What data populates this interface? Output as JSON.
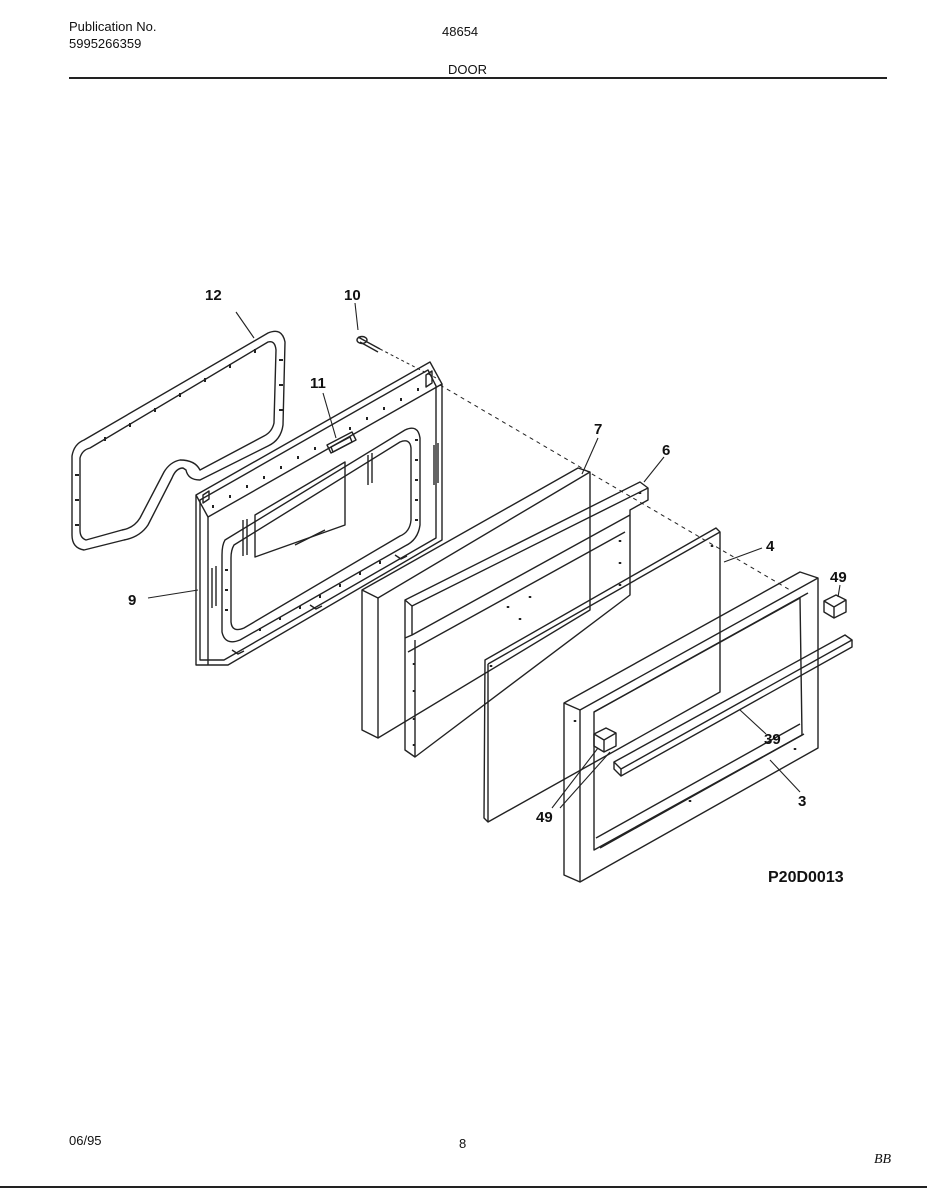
{
  "header": {
    "publication_label": "Publication No.",
    "publication_number": "5995266359",
    "model_number": "48654",
    "section_title": "DOOR"
  },
  "diagram": {
    "drawing_code": "P20D0013",
    "callouts": [
      {
        "id": "12",
        "part": "door-gasket"
      },
      {
        "id": "10",
        "part": "screw"
      },
      {
        "id": "11",
        "part": "latch-bracket"
      },
      {
        "id": "9",
        "part": "inner-door-liner"
      },
      {
        "id": "7",
        "part": "insulation"
      },
      {
        "id": "6",
        "part": "door-panel"
      },
      {
        "id": "4",
        "part": "glass-panel"
      },
      {
        "id": "49",
        "part": "handle-end-cap-right"
      },
      {
        "id": "39",
        "part": "door-handle"
      },
      {
        "id": "49",
        "part": "handle-end-cap-left"
      },
      {
        "id": "3",
        "part": "outer-door-frame"
      }
    ]
  },
  "footer": {
    "date": "06/95",
    "page_number": "8",
    "initials": "BB"
  }
}
